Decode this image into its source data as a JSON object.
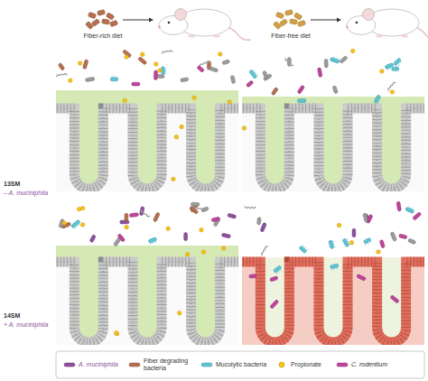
{
  "diagram": {
    "labels": [
      "Fiber-rich diet",
      "Fiber-free diet",
      "13SM",
      "– A. muciniphila",
      "14SM",
      "+ A. muciniphila"
    ],
    "legend": [
      {
        "text": "A. muciniphila",
        "color": "#8e4fa0"
      },
      {
        "text": "Fiber degrading bacteria",
        "color": "#b5704f"
      },
      {
        "text": "Mucolytic bacteria",
        "color": "#5bc6d6"
      },
      {
        "text": "Propionate",
        "color": "#f5c518"
      },
      {
        "text": "C. rodentium",
        "color": "#c0449a"
      }
    ]
  }
}
